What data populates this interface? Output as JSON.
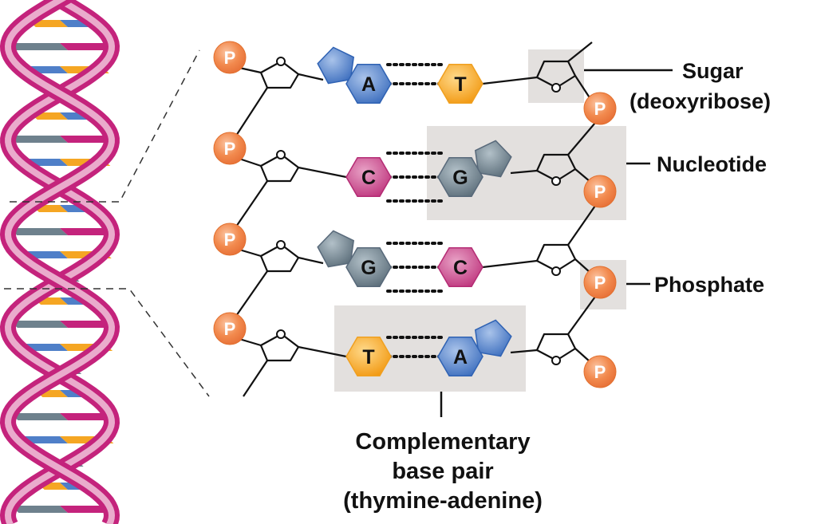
{
  "title": "DNA structure: nucleotides and complementary base pairs",
  "colors": {
    "adenine": "#4f7fc8",
    "thymine": "#f5a623",
    "cytosine": "#c9448a",
    "guanine": "#6e818d",
    "phosphate": "#f08a4b",
    "highlight_box": "#e3e0de",
    "helix_backbone": "#c4237c",
    "line": "#111111"
  },
  "phosphate_label": "P",
  "rows": [
    {
      "left_base": "A",
      "left_type": "adenine",
      "right_base": "T",
      "right_type": "thymine",
      "hydrogen_bonds": 2
    },
    {
      "left_base": "C",
      "left_type": "cytosine",
      "right_base": "G",
      "right_type": "guanine",
      "hydrogen_bonds": 3
    },
    {
      "left_base": "G",
      "left_type": "guanine",
      "right_base": "C",
      "right_type": "cytosine",
      "hydrogen_bonds": 3
    },
    {
      "left_base": "T",
      "left_type": "thymine",
      "right_base": "A",
      "right_type": "adenine",
      "hydrogen_bonds": 2
    }
  ],
  "labels": {
    "sugar": "Sugar",
    "sugar_sub": "(deoxyribose)",
    "nucleotide": "Nucleotide",
    "phosphate": "Phosphate",
    "base_pair_line1": "Complementary",
    "base_pair_line2": "base pair",
    "base_pair_line3": "(thymine-adenine)"
  }
}
